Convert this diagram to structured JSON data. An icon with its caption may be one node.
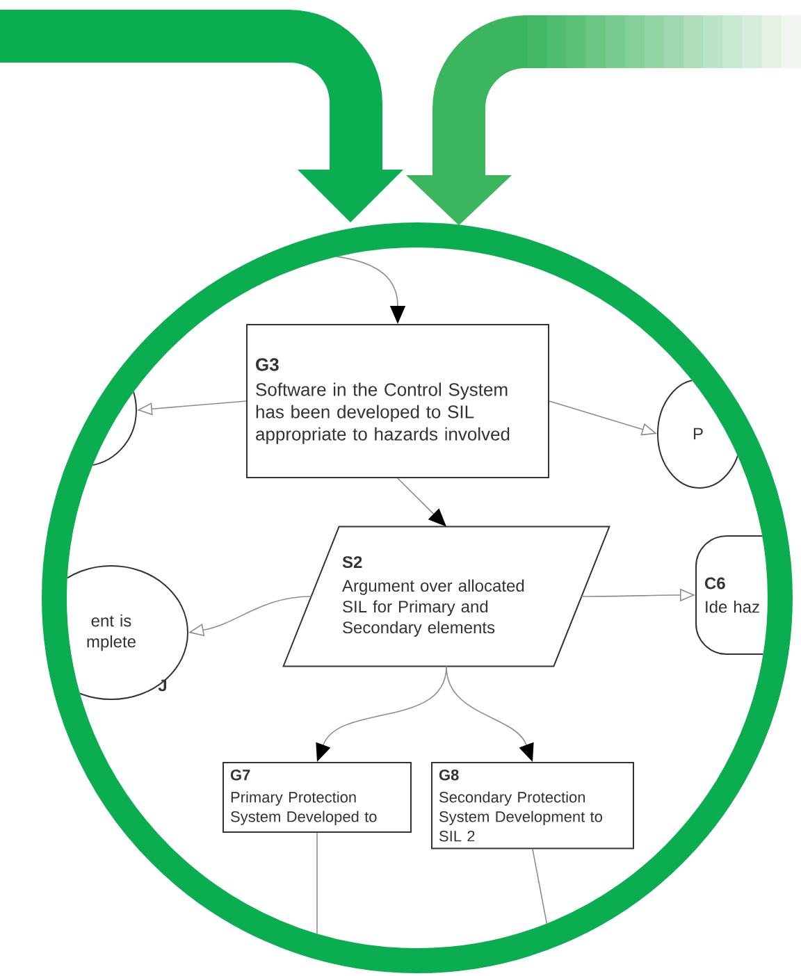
{
  "diagram": {
    "nodes": [
      {
        "text": [
          "G3",
          "Software in the Control System has been developed to SIL appropriate to hazards involved"
        ]
      },
      {
        "text": [],
        "shape": "circle"
      },
      {
        "text": [
          "P"
        ]
      },
      {
        "text": [
          "S2",
          "Argument over allocated SIL for Primary and Secondary elements"
        ]
      },
      {
        "text": [
          "ent is mplete"
        ],
        "beside": [
          "J"
        ]
      },
      {
        "text": [
          "C6",
          "Ide haz"
        ]
      },
      {
        "text": [
          "G7",
          "Primary Protection System Developed to"
        ]
      },
      {
        "text": [
          "G8",
          "Secondary Protection System Development to SIL 2"
        ]
      }
    ],
    "edges": [
      {
        "from": null,
        "to": 0,
        "arrow": "to"
      },
      {
        "from": 0,
        "to": 1,
        "arrow": "to"
      },
      {
        "from": 0,
        "to": 2,
        "arrow": "to"
      },
      {
        "from": 0,
        "to": 3,
        "arrow": "to"
      },
      {
        "from": 3,
        "to": 4,
        "arrow": "to"
      },
      {
        "from": 3,
        "to": 5,
        "arrow": "to"
      },
      {
        "from": 3,
        "to": 6,
        "arrow": "to"
      },
      {
        "from": 3,
        "to": 7,
        "arrow": "to"
      },
      {
        "from": 6,
        "to": null,
        "arrow": "none"
      },
      {
        "from": 7,
        "to": null,
        "arrow": "none"
      }
    ]
  }
}
